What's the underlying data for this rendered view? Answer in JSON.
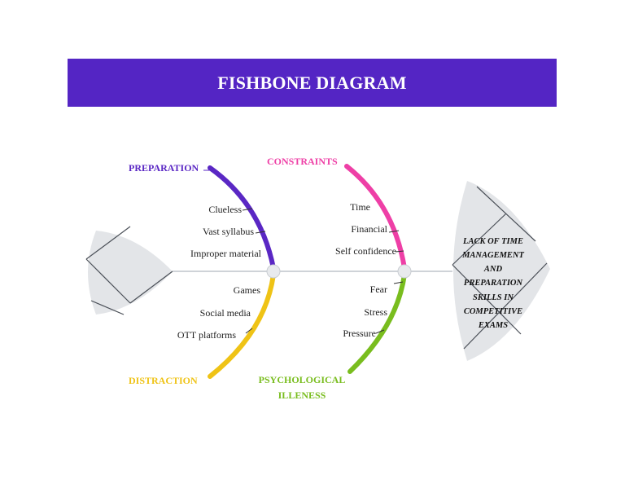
{
  "title": "FISHBONE DIAGRAM",
  "colors": {
    "banner": "#5425c4",
    "preparation": "#5a27c4",
    "constraints": "#ee3fa6",
    "distraction": "#efc316",
    "psychological": "#79bd1e",
    "shape_fill": "#e3e5e8",
    "spine": "#cfd3d8"
  },
  "categories": {
    "preparation": {
      "label": "PREPARATION",
      "causes": [
        "Clueless",
        "Vast syllabus",
        "Improper material"
      ]
    },
    "constraints": {
      "label": "CONSTRAINTS",
      "causes": [
        "Time",
        "Financial",
        "Self confidence"
      ]
    },
    "distraction": {
      "label": "DISTRACTION",
      "causes": [
        "Games",
        "Social media",
        "OTT platforms"
      ]
    },
    "psychological": {
      "label_line1": "PSYCHOLOGICAL",
      "label_line2": "ILLENESS",
      "causes": [
        "Fear",
        "Stress",
        "Pressure"
      ]
    }
  },
  "head": {
    "lines": [
      "LACK OF TIME",
      "MANAGEMENT",
      "AND",
      "PREPARATION",
      "SKILLS IN",
      "COMPETITIVE",
      "EXAMS"
    ]
  },
  "icons": {
    "tail": "fish-tail-shape",
    "head": "fish-head-shape"
  }
}
